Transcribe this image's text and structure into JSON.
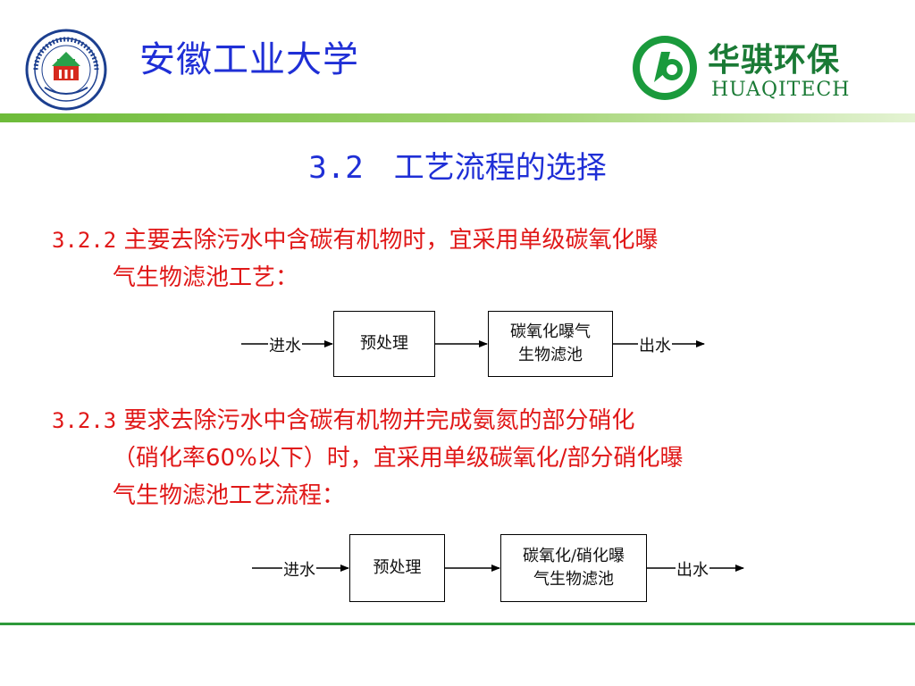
{
  "header": {
    "university_name": "安徽工业大学",
    "company_name_cn": "华骐环保",
    "company_name_en": "HUAQITECH",
    "university_logo_icon": "university-seal-icon",
    "company_logo_icon": "huaqi-logo-icon"
  },
  "title": {
    "number": "3.2",
    "text": "工艺流程的选择"
  },
  "section1": {
    "number": "3.2.2",
    "line1": "主要去除污水中含碳有机物时，宜采用单级碳氧化曝",
    "line2": "气生物滤池工艺："
  },
  "diagram1": {
    "inlet": "进水",
    "step1": "预处理",
    "step2_line1": "碳氧化曝气",
    "step2_line2": "生物滤池",
    "outlet": "出水"
  },
  "section2": {
    "number": "3.2.3",
    "line1": "要求去除污水中含碳有机物并完成氨氮的部分硝化",
    "line2": "（硝化率60%以下）时，宜采用单级碳氧化/部分硝化曝",
    "line3": "气生物滤池工艺流程："
  },
  "diagram2": {
    "inlet": "进水",
    "step1": "预处理",
    "step2_line1": "碳氧化/硝化曝",
    "step2_line2": "气生物滤池",
    "outlet": "出水"
  },
  "colors": {
    "title_blue": "#1f2fd6",
    "body_red": "#e01818",
    "brand_green": "#1a7a35",
    "rule_green": "#6dbb39"
  }
}
